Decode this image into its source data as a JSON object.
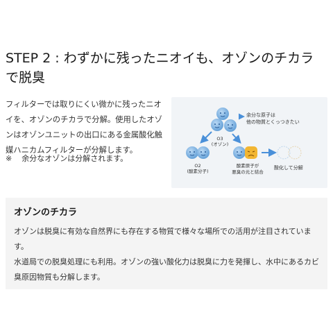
{
  "header": {
    "title": "STEP 2 : わずかに残ったニオイも、オゾンのチカラで脱臭"
  },
  "intro": {
    "text": "フィルターでは取りにくい微かに残ったニオイを、オゾンのチカラで分解。使用したオゾンはオゾンユニットの出口にある金属酸化触媒ハニカムフィルターが分解します。",
    "note_mark": "※",
    "note_text": "余分なオゾンは分解されます。"
  },
  "diagram": {
    "label_excess_line1": "余分な原子は",
    "label_excess_line2": "他の物質とくっつきたい",
    "label_o3_line1": "O3",
    "label_o3_line2": "(オゾン)",
    "label_o2_line1": "O2",
    "label_o2_line2": "(酸素分子)",
    "label_bond_line1": "酸素原子が",
    "label_bond_line2": "悪臭の元と結合",
    "label_oxidize": "酸化して分解",
    "colors": {
      "molecule": "#6ea8dc",
      "molecule_face": "#2a5e9a",
      "odor": "#f2b632",
      "arrow": "#4a90d9"
    }
  },
  "ozone_box": {
    "title": "オゾンのチカラ",
    "paragraph1": "オゾンは脱臭に有効な自然界にも存在する物質で様々な場所での活用が注目されています。",
    "paragraph2": "水道局での脱臭処理にも利用。オゾンの強い酸化力は脱臭に力を発揮し、水中にあるカビ臭原因物質も分解します。"
  }
}
